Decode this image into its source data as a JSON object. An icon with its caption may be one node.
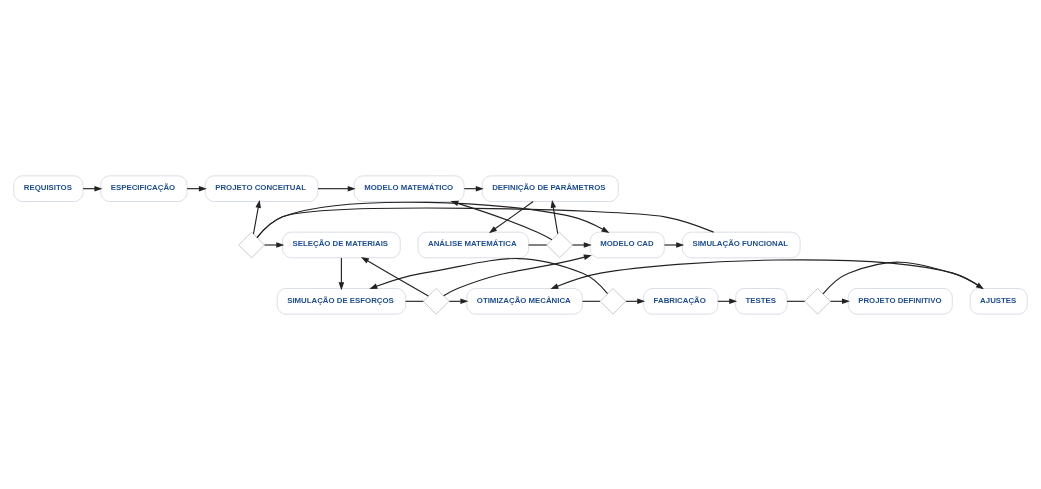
{
  "diagram": {
    "nodes": [
      {
        "text": [
          "REQUISITOS"
        ]
      },
      {
        "text": [
          "ESPECIFICAÇÃO"
        ]
      },
      {
        "text": [
          "PROJETO CONCEITUAL"
        ]
      },
      {
        "text": [
          "MODELO MATEMÁTICO"
        ]
      },
      {
        "text": [
          "DEFINIÇÃO DE PARÂMETROS"
        ]
      },
      {
        "text": [
          "SELEÇÃO DE MATERIAIS"
        ]
      },
      {
        "text": [],
        "shape": "diamond"
      },
      {
        "text": [
          "SIMULAÇÃO FUNCIONAL"
        ]
      },
      {
        "text": [
          "MODELO CAD"
        ]
      },
      {
        "text": [],
        "shape": "diamond"
      },
      {
        "text": [
          "ANÁLISE MATEMÁTICA"
        ]
      },
      {
        "text": [
          "SIMULAÇÃO DE ESFORÇOS"
        ]
      },
      {
        "text": [],
        "shape": "diamond"
      },
      {
        "text": [
          "OTIMIZAÇÃO MECÂNICA"
        ]
      },
      {
        "text": [],
        "shape": "diamond"
      },
      {
        "text": [
          "FABRICAÇÃO"
        ]
      },
      {
        "text": [
          "TESTES"
        ]
      },
      {
        "text": [],
        "shape": "diamond"
      },
      {
        "text": [
          "PROJETO DEFINITIVO"
        ]
      },
      {
        "text": [
          "AJUSTES"
        ]
      }
    ],
    "edges": [
      {
        "from": 0,
        "to": 1,
        "arrow": "to"
      },
      {
        "from": 1,
        "to": 2,
        "arrow": "to"
      },
      {
        "from": 2,
        "to": 3,
        "arrow": "to"
      },
      {
        "from": 3,
        "to": 4,
        "arrow": "to"
      },
      {
        "from": 4,
        "to": 10,
        "arrow": "to"
      },
      {
        "from": 10,
        "to": 9,
        "arrow": "none"
      },
      {
        "from": 9,
        "to": 8,
        "arrow": "to"
      },
      {
        "from": 9,
        "to": 3,
        "arrow": "to"
      },
      {
        "from": 9,
        "to": 4,
        "arrow": "to"
      },
      {
        "from": 8,
        "to": 7,
        "arrow": "to"
      },
      {
        "from": 7,
        "to": 6,
        "arrow": "none"
      },
      {
        "from": 6,
        "to": 5,
        "arrow": "to"
      },
      {
        "from": 6,
        "to": 8,
        "arrow": "to"
      },
      {
        "from": 6,
        "to": 2,
        "arrow": "to"
      },
      {
        "from": 5,
        "to": 11,
        "arrow": "to"
      },
      {
        "from": 11,
        "to": 12,
        "arrow": "none"
      },
      {
        "from": 12,
        "to": 13,
        "arrow": "to"
      },
      {
        "from": 12,
        "to": 5,
        "arrow": "to"
      },
      {
        "from": 12,
        "to": 8,
        "arrow": "to"
      },
      {
        "from": 13,
        "to": 14,
        "arrow": "none"
      },
      {
        "from": 14,
        "to": 15,
        "arrow": "to"
      },
      {
        "from": 14,
        "to": 11,
        "arrow": "to"
      },
      {
        "from": 15,
        "to": 16,
        "arrow": "to"
      },
      {
        "from": 16,
        "to": 17,
        "arrow": "none"
      },
      {
        "from": 17,
        "to": 18,
        "arrow": "to"
      },
      {
        "from": 17,
        "to": 19,
        "arrow": "to"
      },
      {
        "from": 19,
        "to": 13,
        "arrow": "to"
      }
    ]
  }
}
